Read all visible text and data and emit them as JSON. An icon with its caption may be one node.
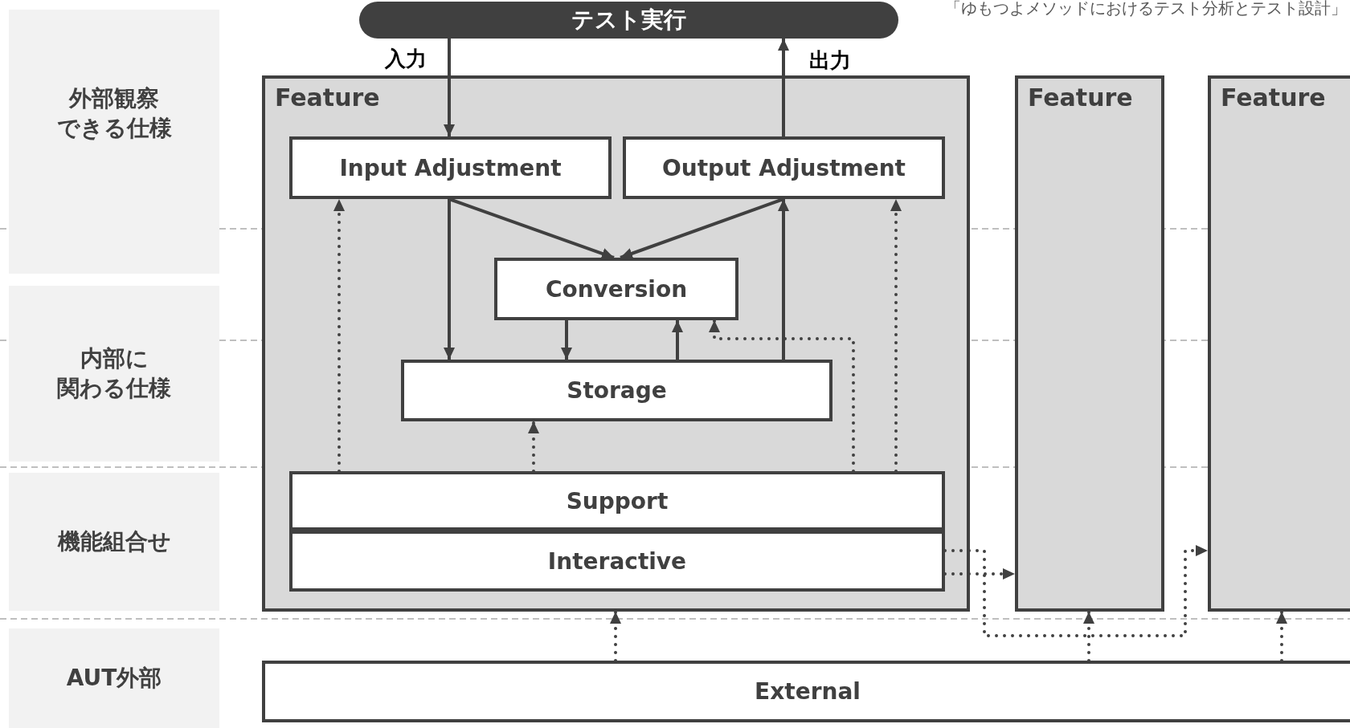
{
  "diagram": {
    "caption": "「ゆもつよメソッドにおけるテスト分析とテスト設計」",
    "nodes": [
      {
        "text": [
          "テスト実行"
        ]
      },
      {
        "text": [
          "Feature"
        ]
      },
      {
        "text": [
          "Input Adjustment"
        ],
        "in": 1
      },
      {
        "text": [
          "Output Adjustment"
        ],
        "in": 1
      },
      {
        "text": [
          "Conversion"
        ],
        "in": 1
      },
      {
        "text": [
          "Storage"
        ],
        "in": 1
      },
      {
        "text": [
          "Support"
        ],
        "in": 1
      },
      {
        "text": [
          "Interactive"
        ],
        "in": 1
      },
      {
        "text": [
          "Feature"
        ]
      },
      {
        "text": [
          "Feature"
        ]
      },
      {
        "text": [
          "External"
        ]
      },
      {
        "text": [
          "外部観察できる仕様"
        ]
      },
      {
        "text": [
          "内部に関わる仕様"
        ]
      },
      {
        "text": [
          "機能組合せ"
        ]
      },
      {
        "text": [
          "AUT外部"
        ]
      }
    ],
    "edges": [
      {
        "from": 0,
        "to": 2,
        "arrow": "to",
        "label": "入力"
      },
      {
        "from": 3,
        "to": 0,
        "arrow": "to",
        "label": "出力"
      },
      {
        "from": 2,
        "to": 4,
        "arrow": "to"
      },
      {
        "from": 3,
        "to": 4,
        "arrow": "to"
      },
      {
        "from": 2,
        "to": 5,
        "arrow": "to"
      },
      {
        "from": 4,
        "to": 5,
        "arrow": "to"
      },
      {
        "from": 5,
        "to": 4,
        "arrow": "to"
      },
      {
        "from": 5,
        "to": 3,
        "arrow": "to"
      },
      {
        "from": 6,
        "to": 2,
        "arrow": "to",
        "style": "dashed"
      },
      {
        "from": 6,
        "to": 5,
        "arrow": "to",
        "style": "dashed"
      },
      {
        "from": 6,
        "to": 4,
        "arrow": "to",
        "style": "dashed"
      },
      {
        "from": 6,
        "to": 3,
        "arrow": "to",
        "style": "dashed"
      },
      {
        "from": 7,
        "to": 9,
        "arrow": "to",
        "style": "dashed"
      },
      {
        "from": 7,
        "to": 8,
        "arrow": "to",
        "style": "dashed"
      },
      {
        "from": 10,
        "to": 1,
        "arrow": "to",
        "style": "dashed"
      },
      {
        "from": 10,
        "to": 8,
        "arrow": "to",
        "style": "dashed"
      },
      {
        "from": 10,
        "to": 9,
        "arrow": "to",
        "style": "dashed"
      }
    ]
  }
}
